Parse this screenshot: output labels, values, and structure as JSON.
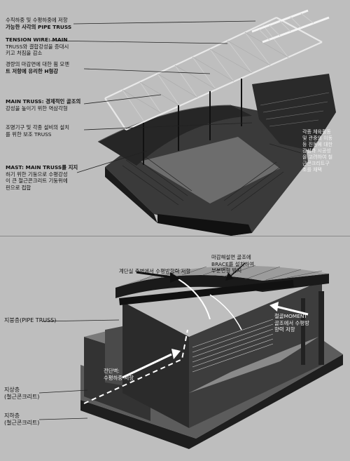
{
  "top": {
    "labels": [
      {
        "id": "pipe-truss-note",
        "lines": [
          "수직하중 및 수평하중에 저항",
          "가능한 사각의 PIPE TRUSS"
        ]
      },
      {
        "id": "tension-wire-note",
        "lines": [
          "TENSION WIRE: MAIN",
          "TRUSS와 결합강성을 증대시",
          "키고 처짐을 감소"
        ]
      },
      {
        "id": "h-beam-note",
        "lines": [
          "경량의 마감면에 대한 휨 모멘",
          "트 저항에 유리한 H형강"
        ]
      },
      {
        "id": "main-truss-note",
        "lines": [
          "MAIN TRUSS: 경제적인 골조의",
          "강성을 높이기 위한 역삼각형"
        ]
      },
      {
        "id": "sub-truss-note",
        "lines": [
          "조명기구 및 각종 설비의 설치",
          "를 위한 보조 TRUSS"
        ]
      },
      {
        "id": "mast-note",
        "lines": [
          "MAST: MAIN TRUSS를 지지",
          "하기 위한 기둥으로 수평강성",
          "이 큰 철근콘크리트 기둥위에",
          "핀으로 접합"
        ]
      },
      {
        "id": "rc-frame-note",
        "lines": [
          "각종 체육활동",
          "및 관중의 이동",
          "등 진동에 대한",
          "강성과 시공성",
          "을 고려하여 철",
          "근콘크리트구",
          "조를 채택"
        ]
      }
    ]
  },
  "bottom": {
    "labels": [
      {
        "id": "stair-lateral-note",
        "lines": [
          "계단실 측벽에서 수평방향력 저항"
        ]
      },
      {
        "id": "brace-note",
        "lines": [
          "마감해설면 골조에",
          "BRACE를 설치하여",
          "부분변형 방지"
        ]
      },
      {
        "id": "moment-note",
        "lines": [
          "철골MOMENT",
          "골조에서 수평방",
          "향력 저항"
        ]
      },
      {
        "id": "shear-wall-note",
        "lines": [
          "전단벽:",
          "수평하중 저항"
        ]
      },
      {
        "id": "roof-floor-label",
        "lines": [
          "지붕층(PIPE TRUSS)"
        ]
      },
      {
        "id": "above-ground-label",
        "lines": [
          "지상층",
          "(철근콘크리트)"
        ]
      },
      {
        "id": "basement-label",
        "lines": [
          "지하층",
          "(철근콘크리트)"
        ]
      }
    ]
  }
}
